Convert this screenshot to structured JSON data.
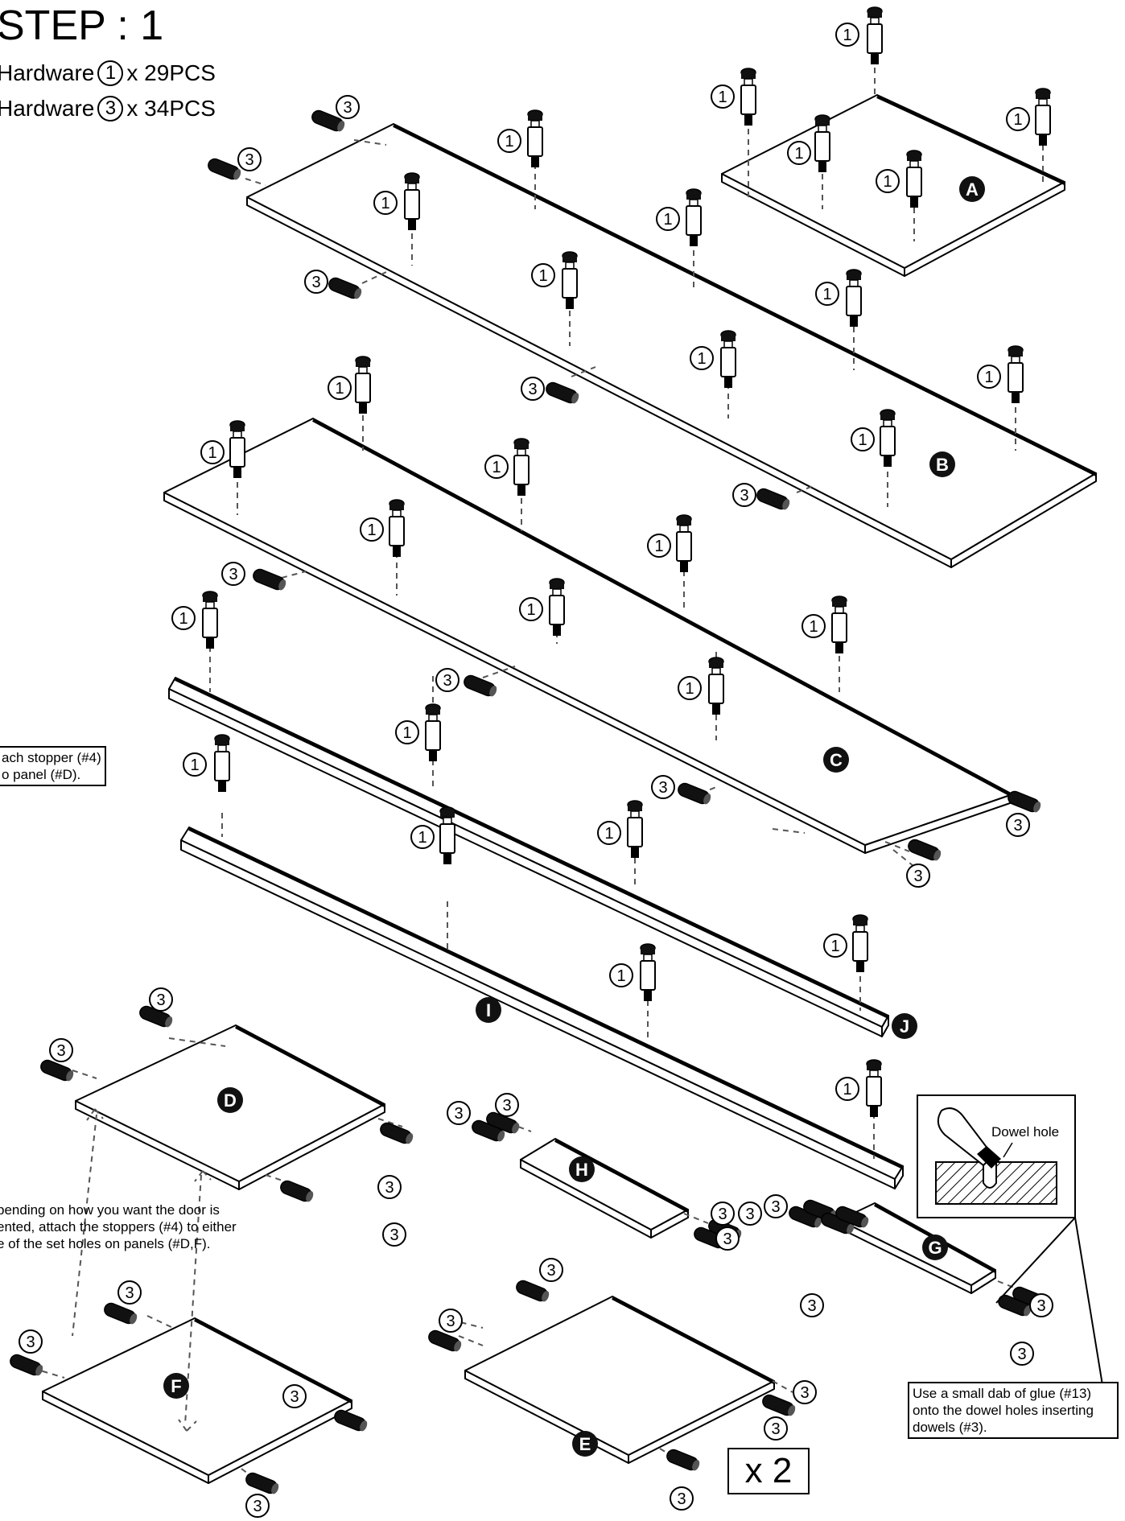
{
  "step_title": "STEP : 1",
  "hardware": [
    {
      "prefix": "Hardware",
      "num": "1",
      "suffix": "x 29PCS"
    },
    {
      "prefix": "Hardware",
      "num": "3",
      "suffix": "x 34PCS"
    }
  ],
  "notes": {
    "stopper_note": [
      "ach stopper (#4)",
      "o panel (#D)."
    ],
    "door_note": [
      "pending on how you want the door is",
      "ented, attach the stoppers (#4) to either",
      "e of the set holes on panels (#D,F)."
    ],
    "dowel_hole_label": "Dowel hole",
    "glue_note": [
      "Use a small dab of glue (#13)",
      "onto the dowel holes inserting",
      "dowels (#3)."
    ]
  },
  "multiplier": "x 2",
  "hardware_callout_labels": {
    "cam_bolt": "1",
    "dowel": "3"
  },
  "panels": [
    "A",
    "B",
    "C",
    "D",
    "E",
    "F",
    "G",
    "H",
    "I",
    "J"
  ]
}
